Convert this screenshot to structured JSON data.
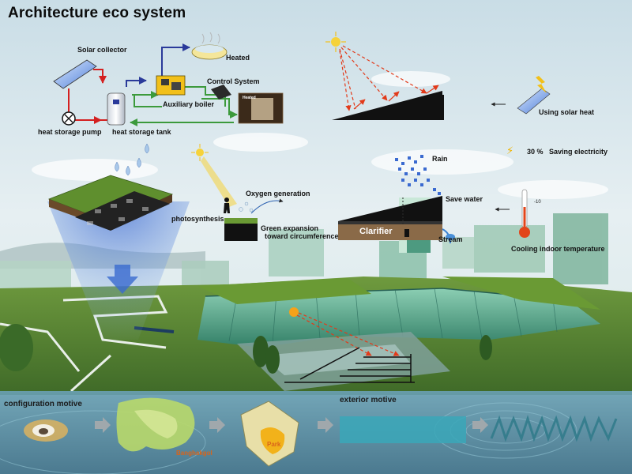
{
  "title": "Architecture eco system",
  "heating_system": {
    "solar_collector": "Solar collector",
    "heated": "Heated",
    "control_system": "Control System",
    "auxiliary_boiler": "Auxiliary boiler",
    "heat_storage_pump": "heat storage pump",
    "heat_storage_tank": "heat storage tank",
    "heated_room_label": "Heated"
  },
  "solar_heat": {
    "using_solar_heat": "Using solar heat",
    "saving_percent": "30 %",
    "saving_electricity": "Saving electricity"
  },
  "green_roof": {
    "oxygen_generation": "Oxygen generation",
    "photosynthesis": "photosynthesis",
    "green_expansion_line1": "Green expansion",
    "green_expansion_line2": "toward circumference"
  },
  "rain_system": {
    "rain": "Rain",
    "save_water": "Save water",
    "clarifier": "Clarifier",
    "stream": "Stream"
  },
  "cooling": {
    "cooling_indoor_temperature": "Cooling indoor temperature",
    "temp_mark": "-10"
  },
  "motives": {
    "configuration_motive": "configuration motive",
    "exterior_motive": "exterior motive",
    "banghakgol": "Banghakgol",
    "park": "Park"
  },
  "colors": {
    "sky": "#cfe3ea",
    "grass": "#5f8f2e",
    "glass_teal": "#3f9c86",
    "hot_pipe": "#d42020",
    "warm_pipe": "#3c9a3c",
    "cold_pipe": "#2a3a9a",
    "sun_ray": "#e23a1a",
    "rain_drop": "#3a6ad0",
    "label_orange": "#d9641a"
  }
}
